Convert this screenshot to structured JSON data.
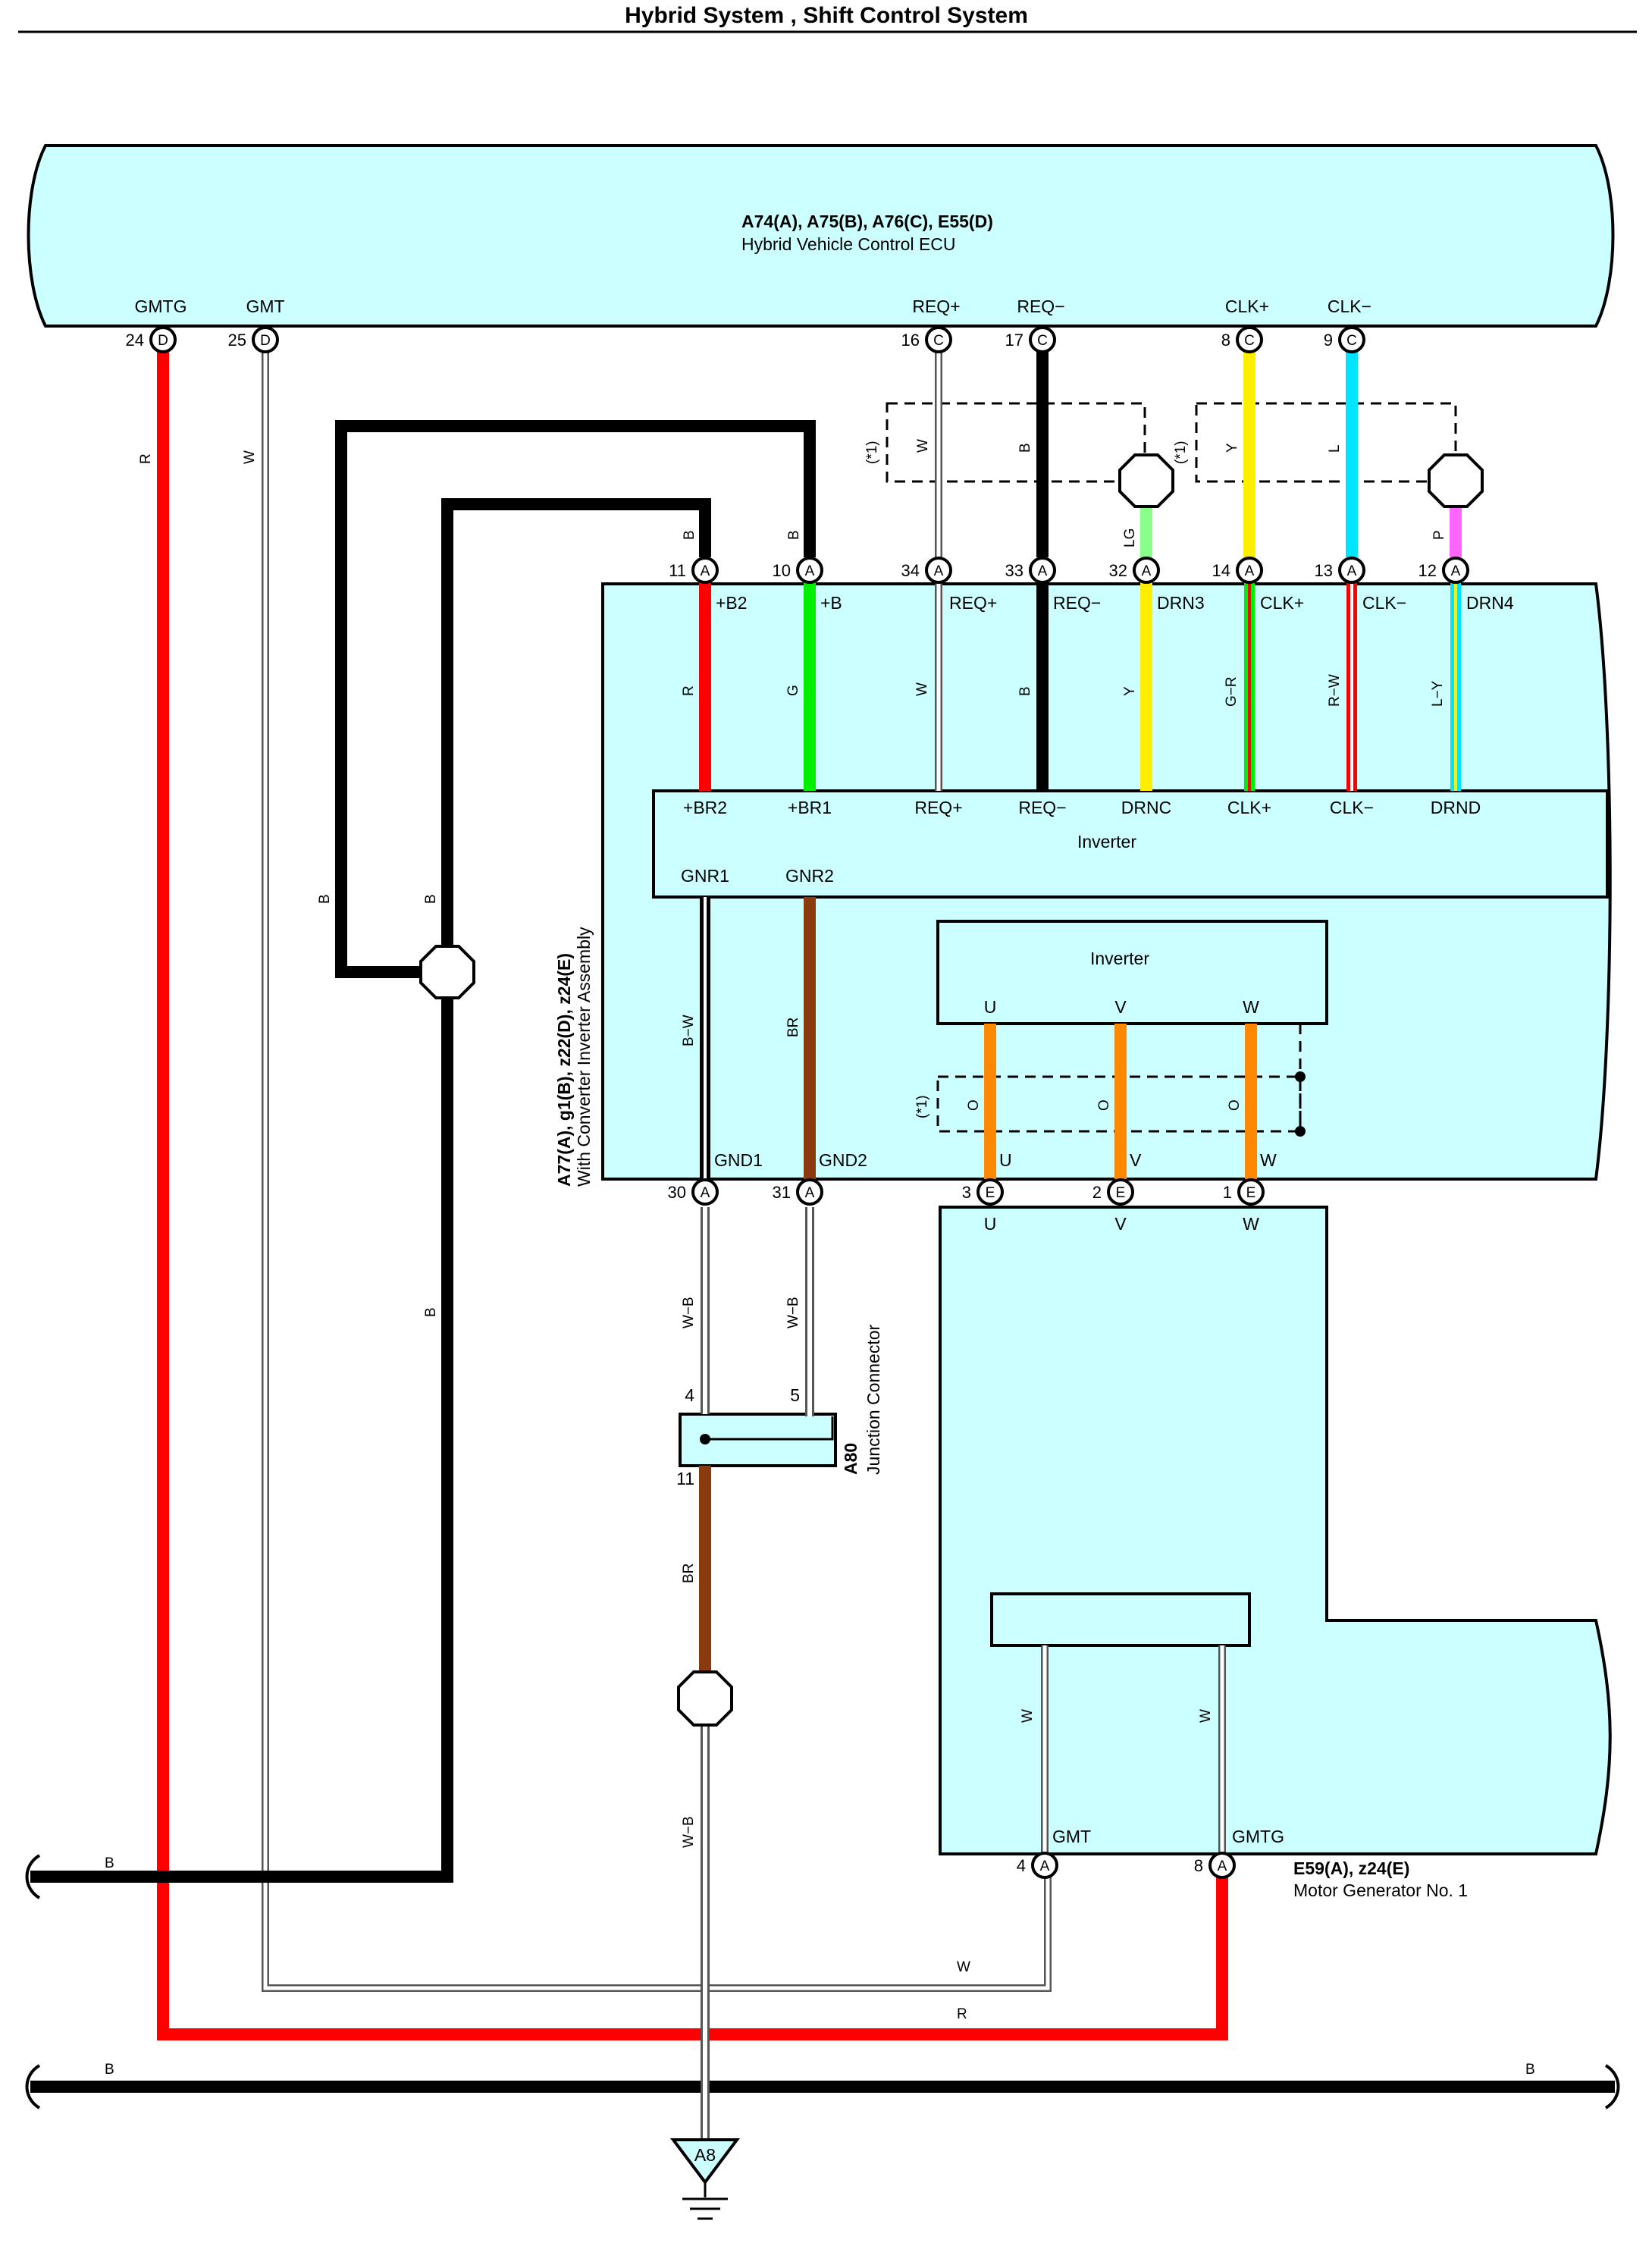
{
  "title": "Hybrid System , Shift Control System",
  "ecu": {
    "codes": "A74(A), A75(B), A76(C), E55(D)",
    "name": "Hybrid Vehicle Control ECU",
    "terminals": [
      {
        "name": "GMTG",
        "pin": "24",
        "conn": "D"
      },
      {
        "name": "GMT",
        "pin": "25",
        "conn": "D"
      },
      {
        "name": "REQ+",
        "pin": "16",
        "conn": "C"
      },
      {
        "name": "REQ−",
        "pin": "17",
        "conn": "C"
      },
      {
        "name": "CLK+",
        "pin": "8",
        "conn": "C"
      },
      {
        "name": "CLK−",
        "pin": "9",
        "conn": "C"
      }
    ]
  },
  "inverter_assembly": {
    "codes": "A77(A), g1(B), z22(D), z24(E)",
    "name": "With Converter Inverter Assembly",
    "top_pins": [
      {
        "pin": "11",
        "conn": "A",
        "name": "+B2",
        "wire": "R"
      },
      {
        "pin": "10",
        "conn": "A",
        "name": "+B",
        "wire": "G"
      },
      {
        "pin": "34",
        "conn": "A",
        "name": "REQ+",
        "wire": "W"
      },
      {
        "pin": "33",
        "conn": "A",
        "name": "REQ−",
        "wire": "B"
      },
      {
        "pin": "32",
        "conn": "A",
        "name": "DRN3",
        "wire": "Y"
      },
      {
        "pin": "14",
        "conn": "A",
        "name": "CLK+",
        "wire": "G−R"
      },
      {
        "pin": "13",
        "conn": "A",
        "name": "CLK−",
        "wire": "R−W"
      },
      {
        "pin": "12",
        "conn": "A",
        "name": "DRN4",
        "wire": "L−Y"
      }
    ],
    "inner_labels": [
      "+BR2",
      "+BR1",
      "REQ+",
      "REQ−",
      "DRNC",
      "CLK+",
      "CLK−",
      "DRND"
    ],
    "inner_name": "Inverter",
    "ground_labels": [
      "GNR1",
      "GNR2"
    ],
    "ground_wires": [
      "B−W",
      "BR"
    ],
    "bottom_pins": [
      {
        "pin": "30",
        "conn": "A",
        "name": "GND1"
      },
      {
        "pin": "31",
        "conn": "A",
        "name": "GND2"
      },
      {
        "pin": "3",
        "conn": "E",
        "name": "U"
      },
      {
        "pin": "2",
        "conn": "E",
        "name": "V"
      },
      {
        "pin": "1",
        "conn": "E",
        "name": "W"
      }
    ],
    "phase_inverter": {
      "name": "Inverter",
      "phases": [
        "U",
        "V",
        "W"
      ],
      "wire": "O",
      "note": "(*1)"
    }
  },
  "motor_generator": {
    "codes": "E59(A), z24(E)",
    "name": "Motor Generator No. 1",
    "top_labels": [
      "U",
      "V",
      "W"
    ],
    "pins": [
      {
        "pin": "4",
        "conn": "A",
        "name": "GMT",
        "wire": "W"
      },
      {
        "pin": "8",
        "conn": "A",
        "name": "GMTG",
        "wire": "W"
      }
    ]
  },
  "junction": {
    "code": "A80",
    "name": "Junction Connector",
    "pins": [
      "4",
      "5",
      "11"
    ]
  },
  "wires": {
    "R": "R",
    "W": "W",
    "B": "B",
    "LG": "LG",
    "Y": "Y",
    "L": "L",
    "P": "P",
    "WB": "W−B",
    "BR": "BR",
    "note": "(*1)"
  },
  "ground": "A8",
  "colors": {
    "panel": "#ccffff",
    "R": "#ff0000",
    "G": "#00ee00",
    "Y": "#ffee00",
    "L": "#00e5ff",
    "LG": "#88ff88",
    "P": "#ff66ff",
    "BR": "#8b3a0f",
    "O": "#ff8800",
    "B": "#000000",
    "W": "#ffffff"
  }
}
